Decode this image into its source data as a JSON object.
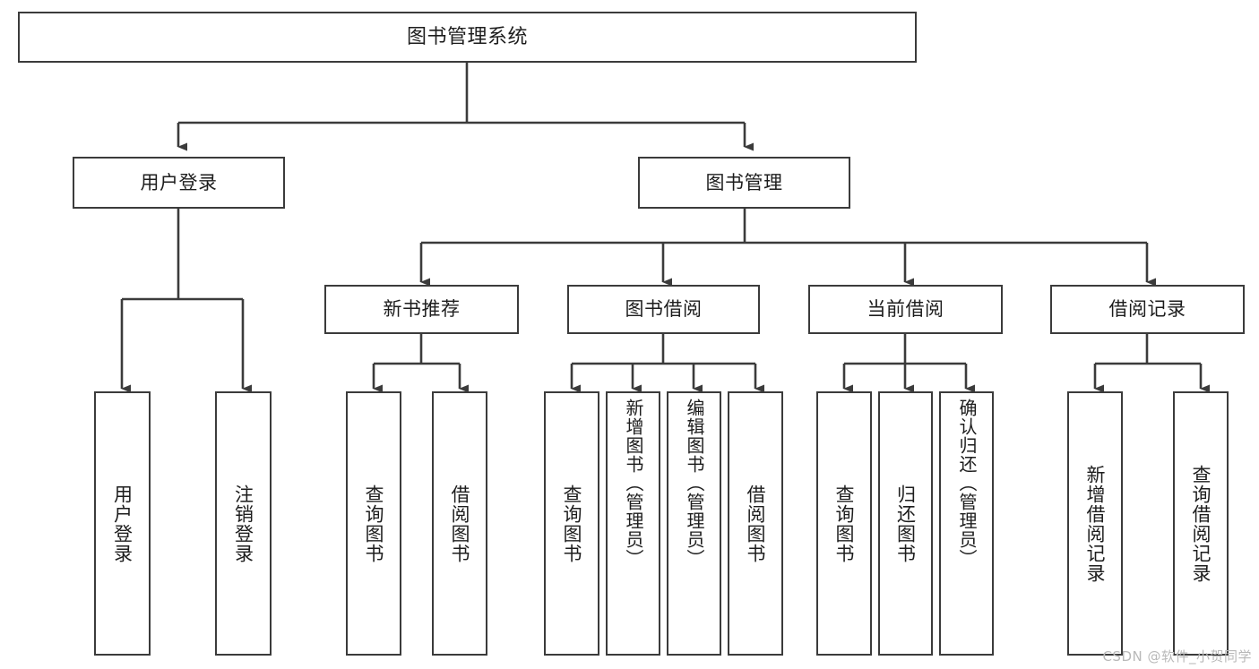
{
  "diagram": {
    "title": "图书管理系统",
    "type": "tree-hierarchy",
    "watermark": "CSDN @软件_小贺同学",
    "colors": {
      "border": "#3b3b3b",
      "background": "#ffffff",
      "text": "#1d1d1d",
      "connector": "#3b3b3b",
      "watermark": "#b9b9b9"
    },
    "root": {
      "label": "图书管理系统"
    },
    "level1": [
      {
        "id": "user-login",
        "label": "用户登录"
      },
      {
        "id": "book-management",
        "label": "图书管理"
      }
    ],
    "level2": [
      {
        "id": "new-book-recommend",
        "label": "新书推荐"
      },
      {
        "id": "book-borrow",
        "label": "图书借阅"
      },
      {
        "id": "current-borrow",
        "label": "当前借阅"
      },
      {
        "id": "borrow-record",
        "label": "借阅记录"
      }
    ],
    "leaves": {
      "user_login": [
        {
          "id": "leaf-user-login",
          "label": "用户登录"
        },
        {
          "id": "leaf-user-logout",
          "label": "注销登录"
        }
      ],
      "new_book_recommend": [
        {
          "id": "leaf-query-book-1",
          "label": "查询图书"
        },
        {
          "id": "leaf-borrow-book-1",
          "label": "借阅图书"
        }
      ],
      "book_borrow": [
        {
          "id": "leaf-query-book-2",
          "label": "查询图书"
        },
        {
          "id": "leaf-add-book",
          "label": "新增图书（管理员）"
        },
        {
          "id": "leaf-edit-book",
          "label": "编辑图书（管理员）"
        },
        {
          "id": "leaf-borrow-book-2",
          "label": "借阅图书"
        }
      ],
      "current_borrow": [
        {
          "id": "leaf-query-book-3",
          "label": "查询图书"
        },
        {
          "id": "leaf-return-book",
          "label": "归还图书"
        },
        {
          "id": "leaf-confirm-return",
          "label": "确认归还（管理员）"
        }
      ],
      "borrow_record": [
        {
          "id": "leaf-add-record",
          "label": "新增借阅记录"
        },
        {
          "id": "leaf-query-record",
          "label": "查询借阅记录"
        }
      ]
    }
  }
}
